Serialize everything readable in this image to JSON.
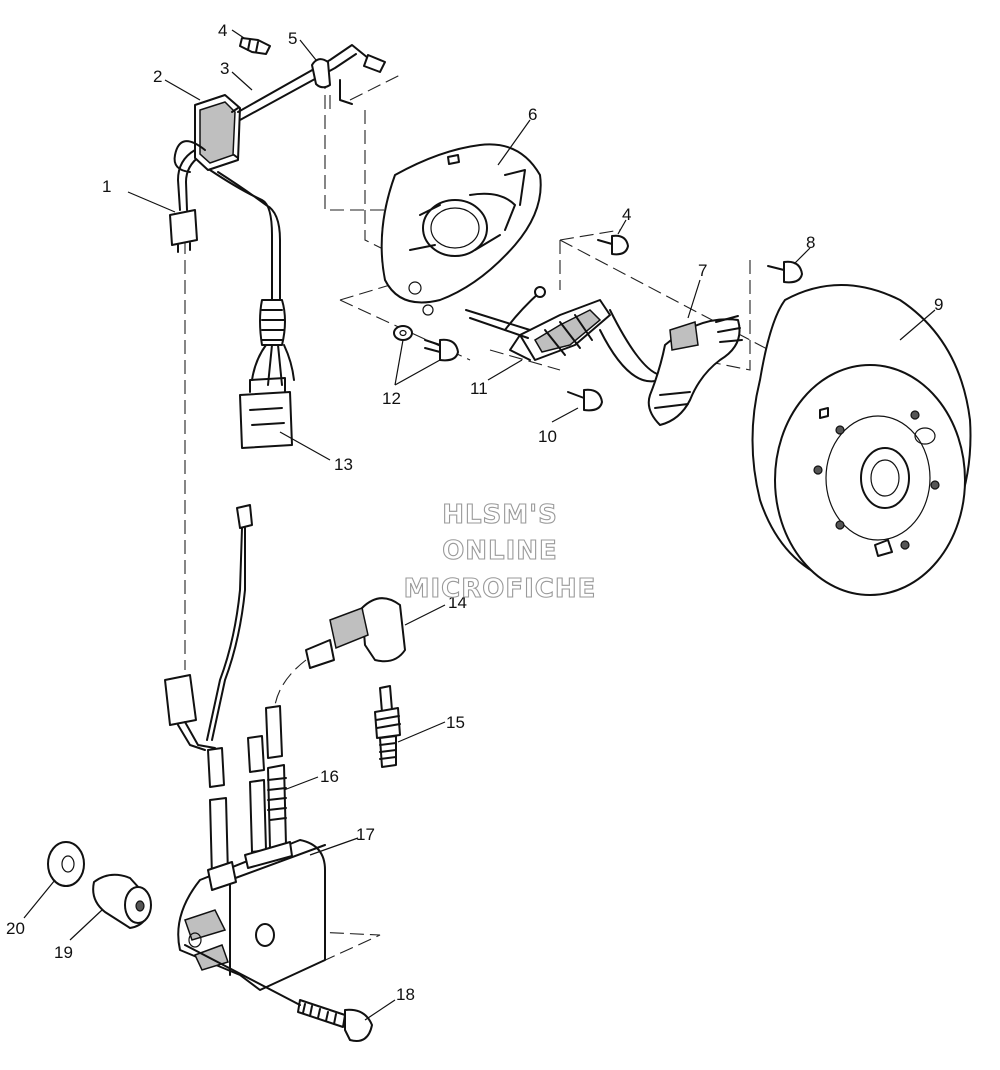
{
  "diagram": {
    "callouts": [
      "1",
      "2",
      "3",
      "4",
      "5",
      "6",
      "4",
      "8",
      "7",
      "9",
      "12",
      "11",
      "10",
      "13",
      "14",
      "15",
      "16",
      "17",
      "20",
      "19",
      "18"
    ],
    "watermark": [
      "HLSM'S",
      "ONLINE",
      "MICROFICHE"
    ]
  }
}
